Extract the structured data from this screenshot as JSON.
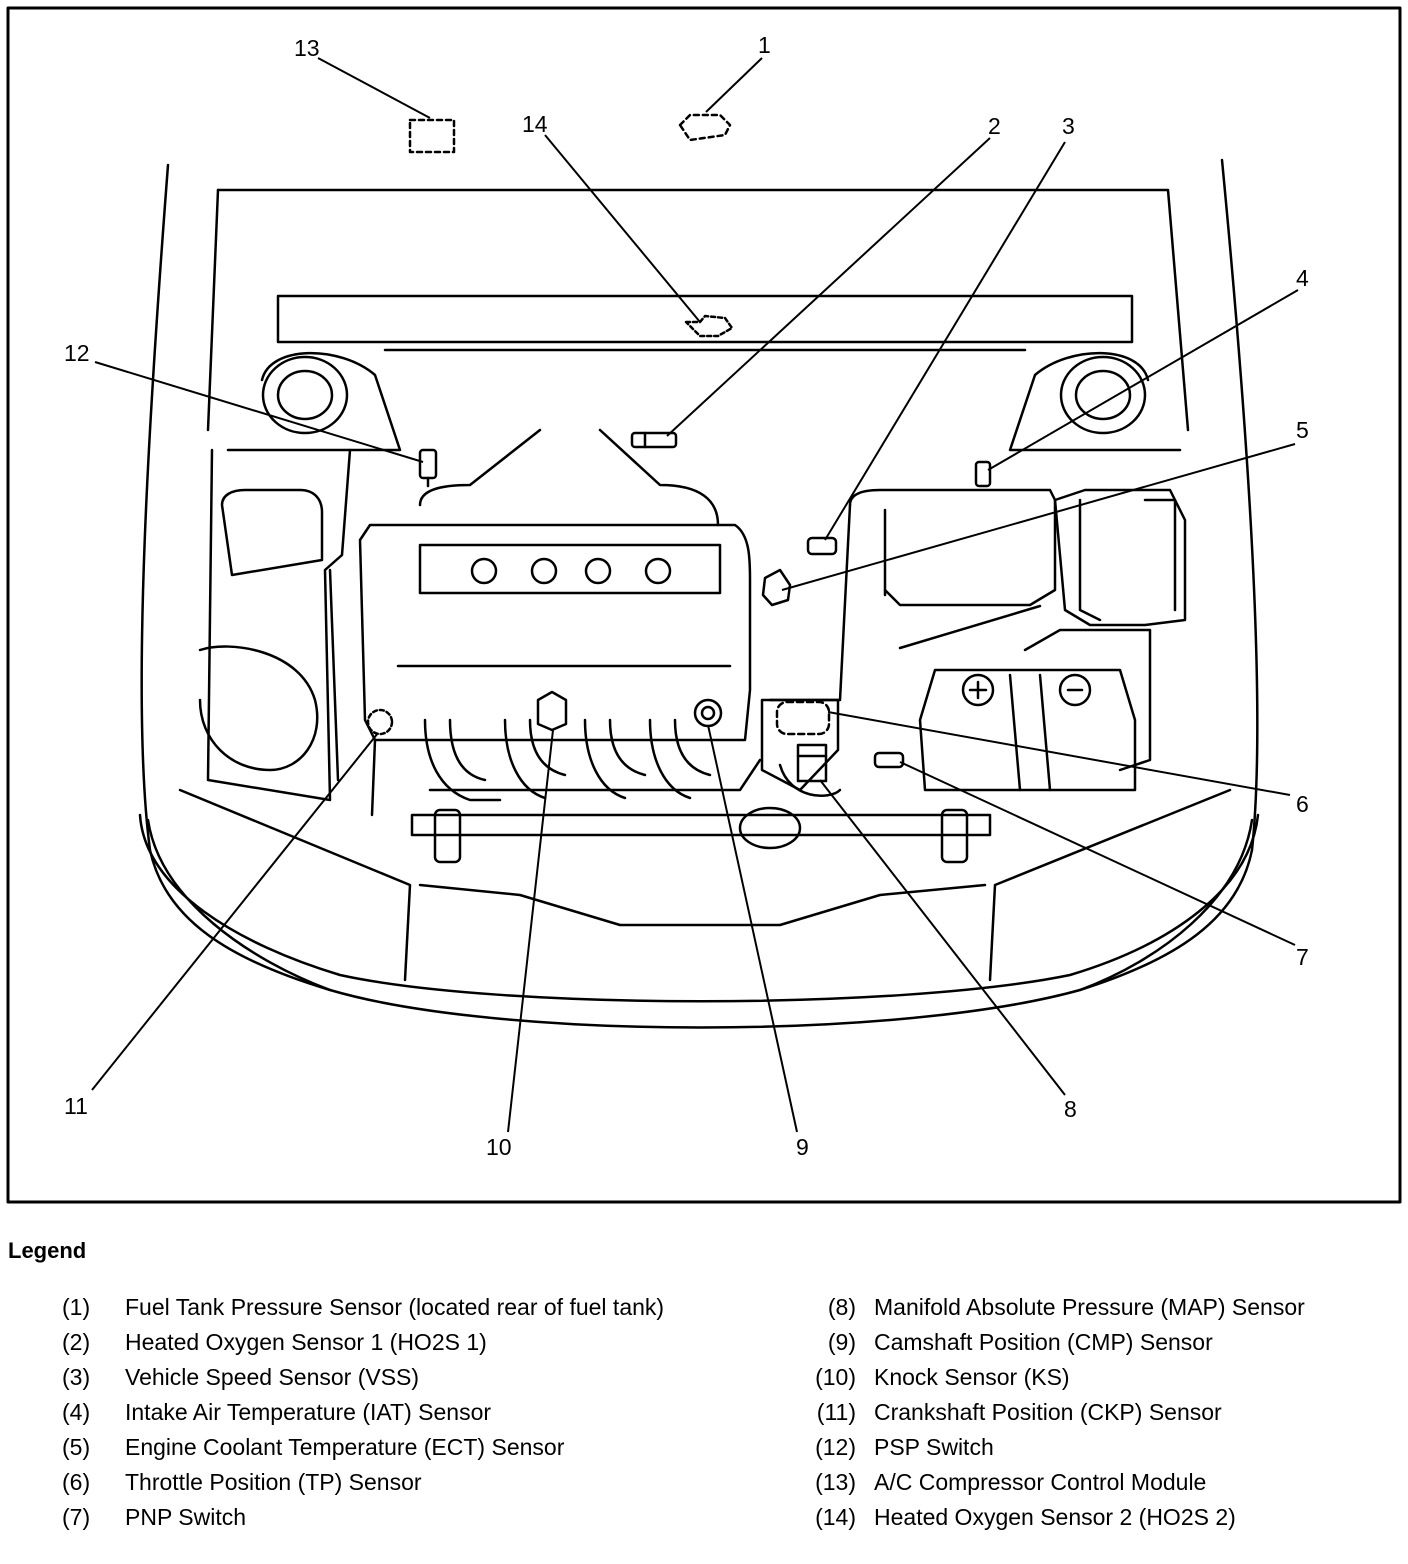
{
  "callouts": {
    "c1": "1",
    "c2": "2",
    "c3": "3",
    "c4": "4",
    "c5": "5",
    "c6": "6",
    "c7": "7",
    "c8": "8",
    "c9": "9",
    "c10": "10",
    "c11": "11",
    "c12": "12",
    "c13": "13",
    "c14": "14"
  },
  "legend": {
    "title": "Legend",
    "left": [
      {
        "num": "(1)",
        "text": "Fuel Tank Pressure Sensor (located rear of fuel tank)"
      },
      {
        "num": "(2)",
        "text": "Heated Oxygen Sensor 1 (HO2S 1)"
      },
      {
        "num": "(3)",
        "text": "Vehicle Speed Sensor (VSS)"
      },
      {
        "num": "(4)",
        "text": "Intake Air Temperature (IAT) Sensor"
      },
      {
        "num": "(5)",
        "text": "Engine Coolant Temperature (ECT) Sensor"
      },
      {
        "num": "(6)",
        "text": "Throttle Position (TP) Sensor"
      },
      {
        "num": "(7)",
        "text": "PNP Switch"
      }
    ],
    "right": [
      {
        "num": "(8)",
        "text": "Manifold Absolute Pressure (MAP) Sensor"
      },
      {
        "num": "(9)",
        "text": "Camshaft Position (CMP) Sensor"
      },
      {
        "num": "(10)",
        "text": "Knock Sensor (KS)"
      },
      {
        "num": "(11)",
        "text": "Crankshaft Position (CKP) Sensor"
      },
      {
        "num": "(12)",
        "text": "PSP Switch"
      },
      {
        "num": "(13)",
        "text": "A/C Compressor Control Module"
      },
      {
        "num": "(14)",
        "text": "Heated Oxygen Sensor 2 (HO2S 2)"
      }
    ]
  }
}
